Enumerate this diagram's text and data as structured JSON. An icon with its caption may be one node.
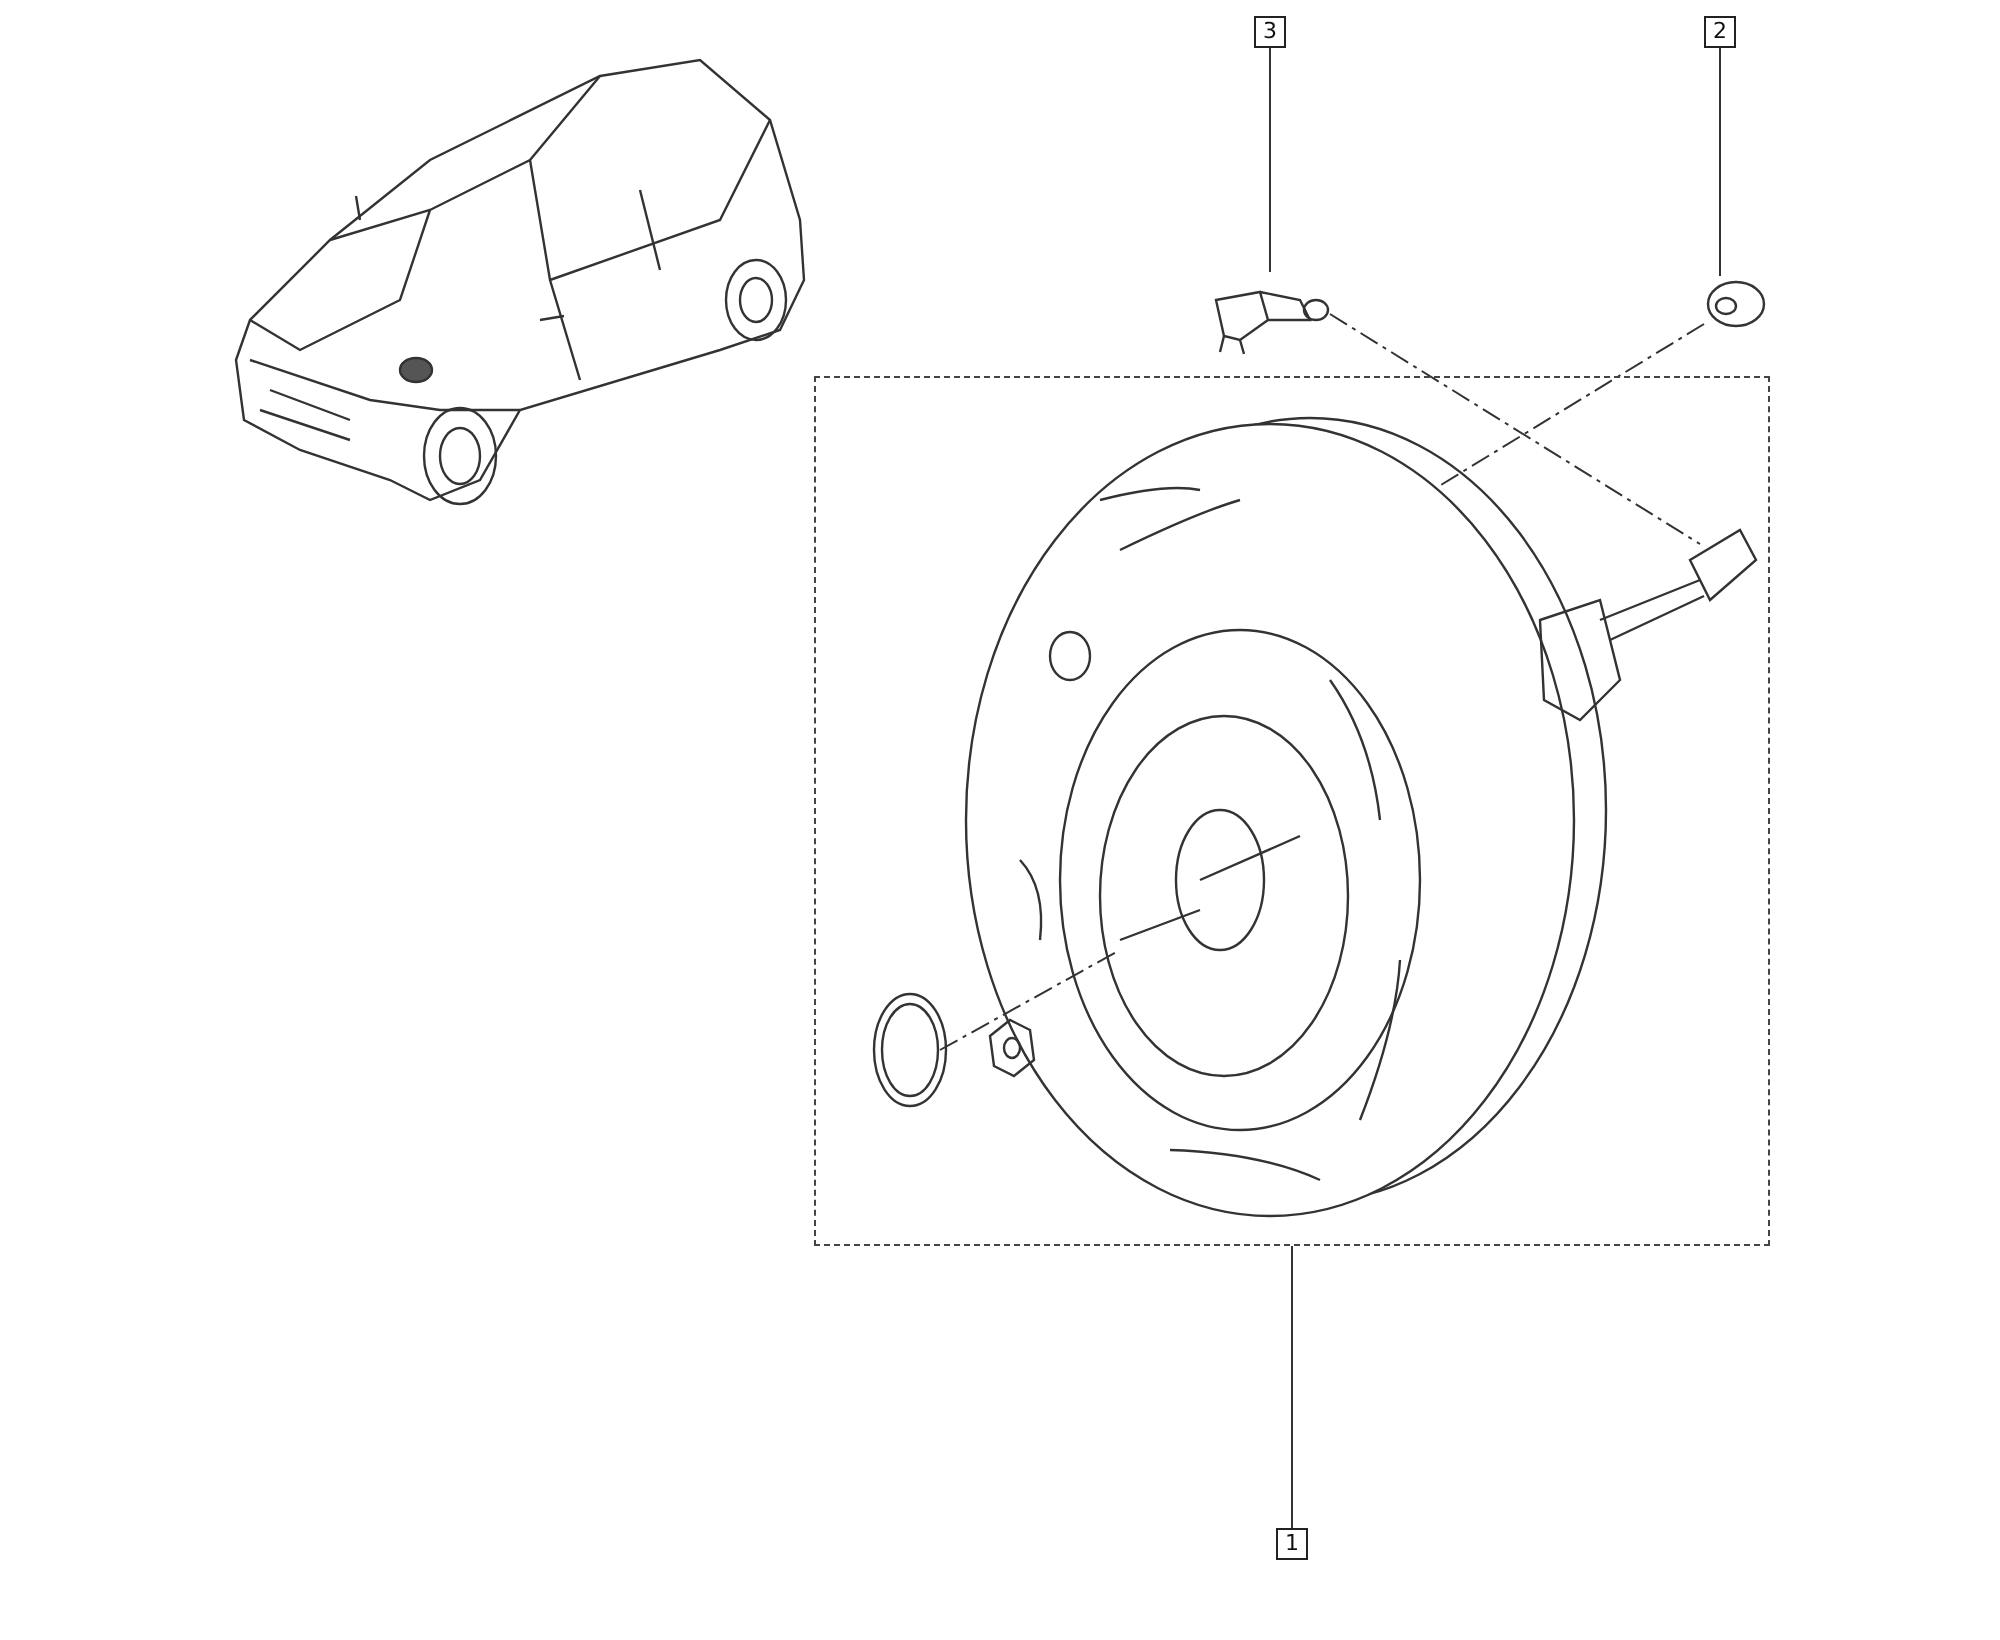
{
  "diagram": {
    "nodes": [
      {
        "text": [
          "3"
        ]
      },
      {
        "text": [
          "2"
        ]
      },
      {
        "text": [],
        "shape": "picture"
      },
      {
        "text": [],
        "shape": "picture"
      },
      {
        "text": [],
        "shape": "box"
      },
      {
        "text": [
          "1"
        ]
      }
    ],
    "edges": [
      {
        "from": 0,
        "to": 2,
        "arrow": "none"
      },
      {
        "from": 1,
        "to": 3,
        "arrow": "none"
      },
      {
        "from": 5,
        "to": 4,
        "arrow": "none"
      },
      {
        "from": 2,
        "to": 4,
        "arrow": "none",
        "style": "dashed"
      },
      {
        "from": 3,
        "to": 4,
        "arrow": "none",
        "style": "dashed"
      }
    ]
  }
}
